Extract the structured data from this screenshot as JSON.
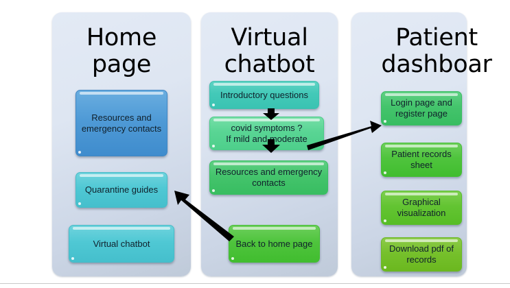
{
  "diagram": {
    "title_note": "Three-column application flow diagram",
    "panels": [
      {
        "id": "home-page",
        "title_line1": "Home",
        "title_line2": "page",
        "nodes": [
          {
            "id": "resources-emergency-contacts",
            "label": "Resources and emergency contacts",
            "color": "#4f9ad6"
          },
          {
            "id": "quarantine-guides",
            "label": "Quarantine guides",
            "color": "#4fc8d4"
          },
          {
            "id": "virtual-chatbot",
            "label": "Virtual chatbot",
            "color": "#4fc8d4"
          }
        ]
      },
      {
        "id": "virtual-chatbot",
        "title_line1": "Virtual",
        "title_line2": "chatbot",
        "nodes": [
          {
            "id": "introductory-questions",
            "label": "Introductory questions",
            "color": "#43c9b8"
          },
          {
            "id": "covid-symptoms",
            "label": "covid symptoms ? If mild and moderate",
            "line1": "covid symptoms ?",
            "line2": "If mild and moderate",
            "color": "#59d594"
          },
          {
            "id": "resources-emergency-contacts-2",
            "label": "Resources and emergency contacts",
            "color": "#44c46c"
          },
          {
            "id": "back-to-home-page",
            "label": "Back to home page",
            "color": "#4fc43d"
          }
        ]
      },
      {
        "id": "patient-dashboard",
        "title_line1": "Patient",
        "title_line2": "dashboar",
        "nodes": [
          {
            "id": "login-register-page",
            "label": "Login page and register page",
            "color": "#44c46c"
          },
          {
            "id": "patient-records-sheet",
            "label": "Patient records sheet",
            "color": "#4fc43d"
          },
          {
            "id": "graphical-visualization",
            "label": "Graphical visualization",
            "color": "#63c432"
          },
          {
            "id": "download-pdf-records",
            "label": "Download pdf of records",
            "color": "#76c02c"
          }
        ]
      }
    ],
    "connectors": [
      {
        "id": "arrow-intro-to-symptoms",
        "type": "down-arrow-small"
      },
      {
        "id": "arrow-symptoms-to-resources",
        "type": "down-arrow-small"
      },
      {
        "id": "arrow-symptoms-to-login",
        "type": "long-arrow-right-up"
      },
      {
        "id": "arrow-backhome-to-quarantine",
        "type": "long-arrow-left-up"
      }
    ],
    "colors": {
      "panel_background": "#dee6f2",
      "panel_background_bottom": "#bfcad9",
      "page_background": "#ffffff",
      "arrow": "#000000",
      "text": "#10202b",
      "title_text": "#000000"
    }
  }
}
